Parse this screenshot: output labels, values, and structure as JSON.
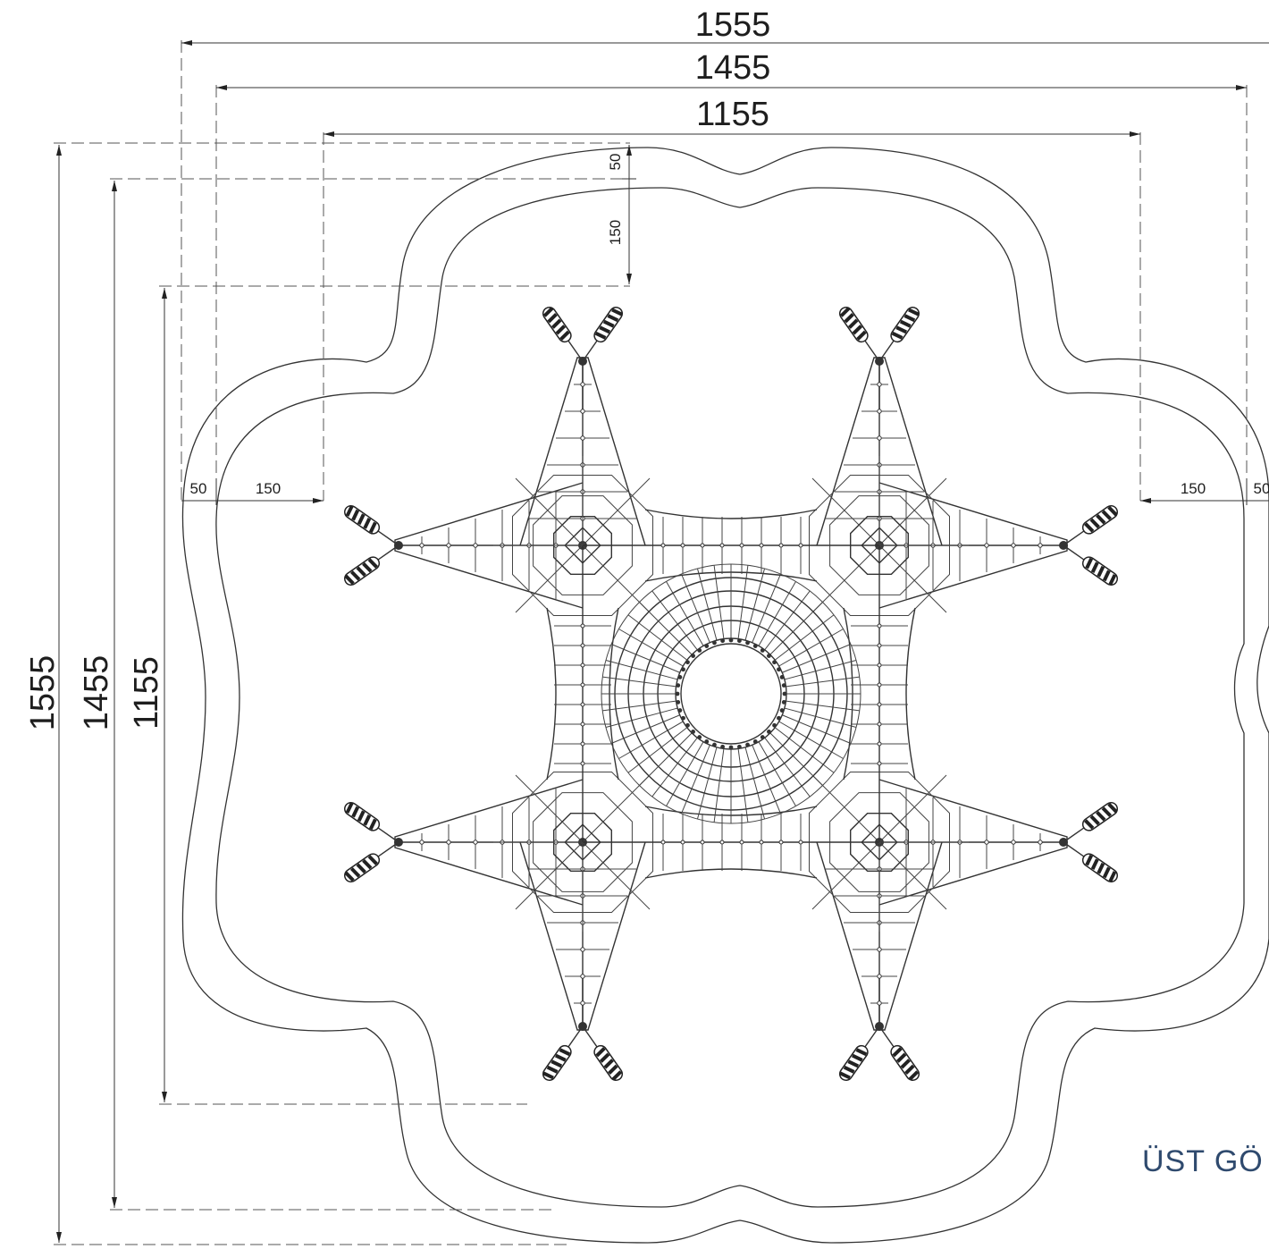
{
  "drawing": {
    "view_label": "ÜST GÖ",
    "dimensions": {
      "width_outer": "1555",
      "width_middle": "1455",
      "width_inner": "1155",
      "height_outer": "1555",
      "height_middle": "1455",
      "height_inner": "1155",
      "offset_left_50": "50",
      "offset_left_150": "150",
      "offset_right_150": "150",
      "offset_right_50": "50",
      "offset_top_50": "50",
      "offset_top_150": "150"
    }
  }
}
